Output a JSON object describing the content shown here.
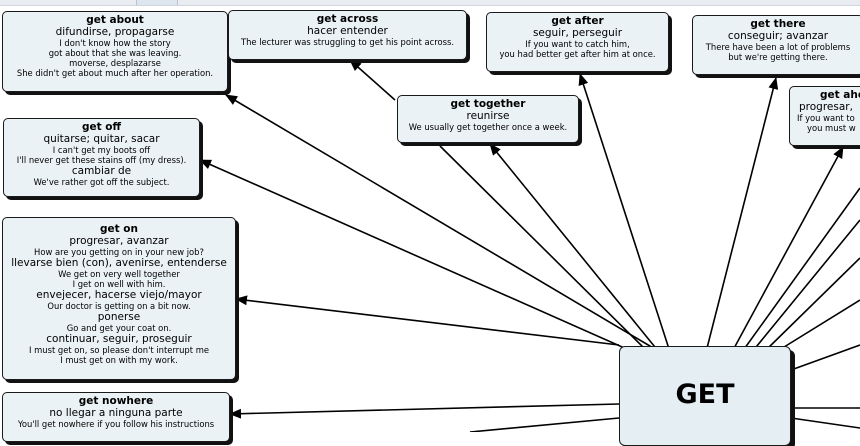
{
  "center": {
    "label": "GET"
  },
  "nodes": {
    "get_about": {
      "title": "get about",
      "lines": [
        {
          "kind": "es",
          "text": "difundirse, propagarse"
        },
        {
          "kind": "ex",
          "text": "I don't know how the story"
        },
        {
          "kind": "ex",
          "text": "got about that she was leaving."
        },
        {
          "kind": "ex",
          "text": "moverse, desplazarse"
        },
        {
          "kind": "ex",
          "text": "She didn't get about much after her operation."
        }
      ]
    },
    "get_across": {
      "title": "get across",
      "lines": [
        {
          "kind": "es",
          "text": "hacer entender"
        },
        {
          "kind": "ex",
          "text": "The lecturer was struggling to get his point across."
        }
      ]
    },
    "get_after": {
      "title": "get after",
      "lines": [
        {
          "kind": "es",
          "text": "seguir, perseguir"
        },
        {
          "kind": "ex",
          "text": "If you want to catch him,"
        },
        {
          "kind": "ex",
          "text": "you had better get after him at once."
        }
      ]
    },
    "get_there": {
      "title": "get there",
      "lines": [
        {
          "kind": "es",
          "text": "conseguir; avanzar"
        },
        {
          "kind": "ex",
          "text": "There have been a lot of problems"
        },
        {
          "kind": "ex",
          "text": "but we're getting there."
        }
      ]
    },
    "get_ahead": {
      "title": "get ahe",
      "lines": [
        {
          "kind": "es",
          "text": "progresar,"
        },
        {
          "kind": "ex",
          "text": "If you want to"
        },
        {
          "kind": "ex",
          "text": "you must w"
        }
      ]
    },
    "get_together": {
      "title": "get together",
      "lines": [
        {
          "kind": "es",
          "text": "reunirse"
        },
        {
          "kind": "ex",
          "text": "We usually get together once a week."
        }
      ]
    },
    "get_off": {
      "title": "get off",
      "lines": [
        {
          "kind": "es",
          "text": "quitarse; quitar, sacar"
        },
        {
          "kind": "ex",
          "text": "I can't get my boots off"
        },
        {
          "kind": "ex",
          "text": "I'll never get these stains off (my dress)."
        },
        {
          "kind": "es",
          "text": "cambiar de"
        },
        {
          "kind": "ex",
          "text": "We've rather got off the subject."
        }
      ]
    },
    "get_on": {
      "title": "get on",
      "lines": [
        {
          "kind": "es",
          "text": "progresar, avanzar"
        },
        {
          "kind": "ex",
          "text": "How are you getting on in your new job?"
        },
        {
          "kind": "es",
          "text": "llevarse bien (con), avenirse, entenderse"
        },
        {
          "kind": "ex",
          "text": "We get on very well together"
        },
        {
          "kind": "ex",
          "text": "I get on well with him."
        },
        {
          "kind": "es",
          "text": "envejecer, hacerse viejo/mayor"
        },
        {
          "kind": "ex",
          "text": "Our doctor is getting on a bit now."
        },
        {
          "kind": "es",
          "text": "ponerse"
        },
        {
          "kind": "ex",
          "text": "Go and get your coat on."
        },
        {
          "kind": "es",
          "text": "continuar, seguir, proseguir"
        },
        {
          "kind": "ex",
          "text": "I must get on, so please don't interrupt me"
        },
        {
          "kind": "ex",
          "text": "I must get on with my work."
        }
      ]
    },
    "get_nowhere": {
      "title": "get nowhere",
      "lines": [
        {
          "kind": "es",
          "text": "no llegar a ninguna parte"
        },
        {
          "kind": "ex",
          "text": "You'll get nowhere if you follow his instructions"
        }
      ]
    }
  }
}
